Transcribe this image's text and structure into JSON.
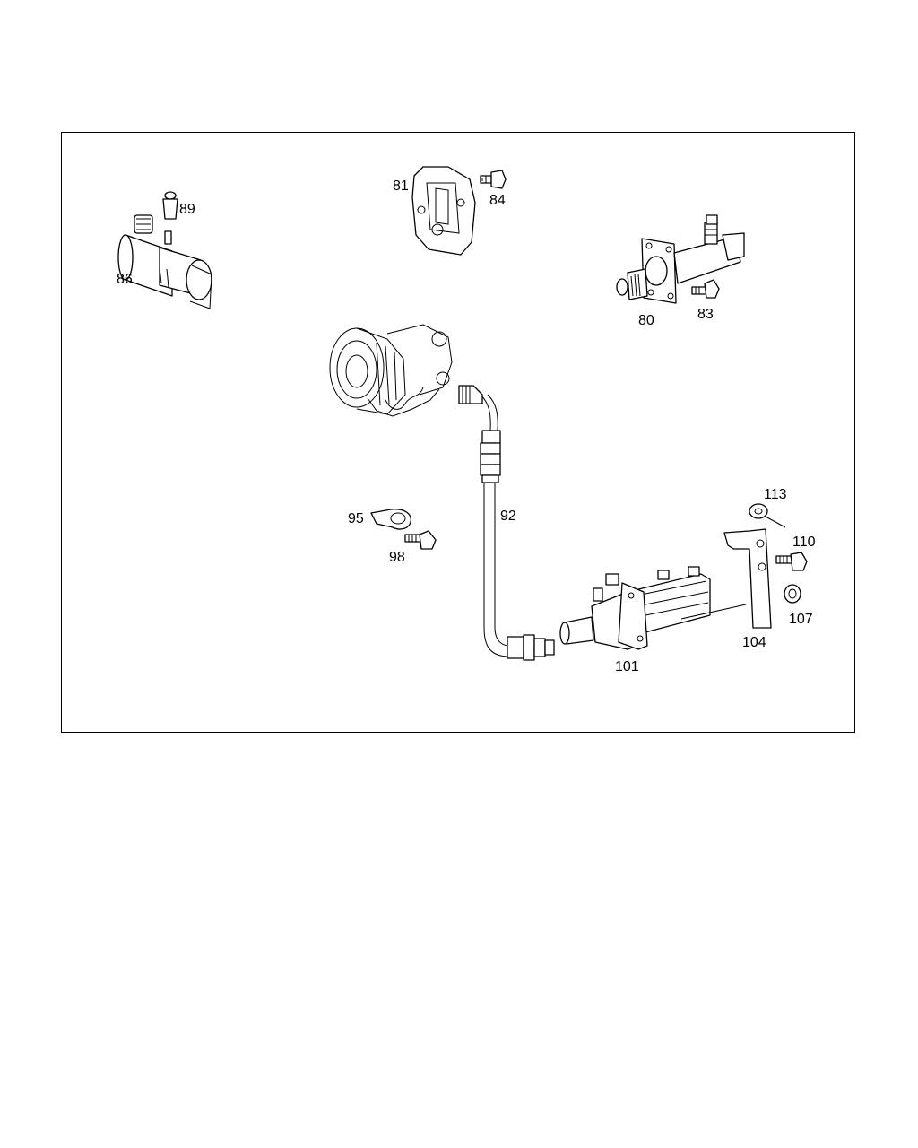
{
  "diagram": {
    "callouts": {
      "p80": "80",
      "p81": "81",
      "p83": "83",
      "p84": "84",
      "p86": "86",
      "p89": "89",
      "p92": "92",
      "p95": "95",
      "p98": "98",
      "p101": "101",
      "p104": "104",
      "p107": "107",
      "p110": "110",
      "p113": "113"
    }
  }
}
